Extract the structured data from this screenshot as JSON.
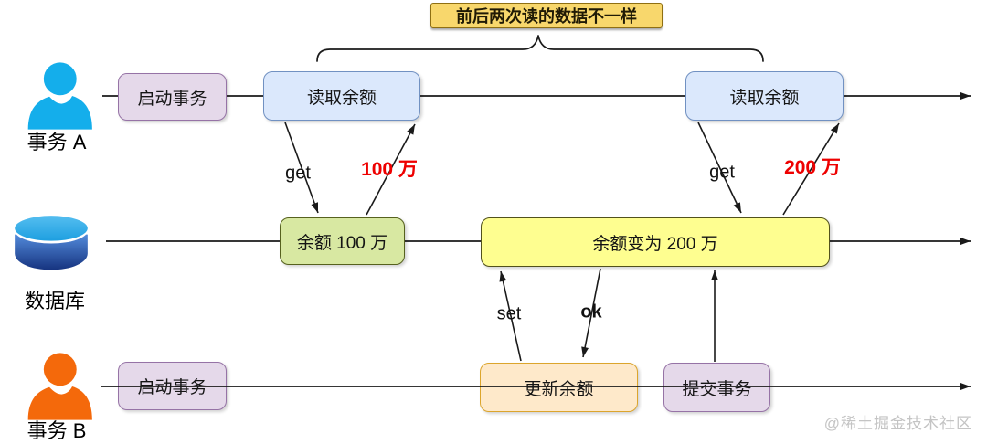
{
  "note": "前后两次读的数据不一样",
  "actors": {
    "a": {
      "name": "事务 A",
      "icon": "person-icon",
      "color": "#14AEEB"
    },
    "db": {
      "name": "数据库",
      "icon": "database-icon",
      "color": "#2EA7E3"
    },
    "b": {
      "name": "事务 B",
      "icon": "person-icon",
      "color": "#F4690B"
    }
  },
  "boxes": {
    "start_a": "启动事务",
    "read_1": "读取余额",
    "read_2": "读取余额",
    "balance_100": "余额 100 万",
    "balance_200": "余额变为 200 万",
    "start_b": "启动事务",
    "update": "更新余额",
    "commit": "提交事务"
  },
  "arrow_labels": {
    "get_1": "get",
    "amount_1": "100 万",
    "get_2": "get",
    "amount_2": "200 万",
    "set": "set",
    "ok": "ok"
  },
  "watermark": "@稀土掘金技术社区",
  "colors": {
    "amount_red": "#EE0000",
    "line": "#1a1a1a",
    "lavender_fill": "#E5D9EA",
    "lavender_border": "#9673A6",
    "blue_fill": "#DBE8FC",
    "blue_border": "#7191C2",
    "green_fill": "#D8E8A2",
    "green_border": "#56611E",
    "yellow_fill": "#FEFE90",
    "yellow_border": "#51511C",
    "orange_fill": "#FEE9CA",
    "orange_border": "#DCA52C",
    "note_fill": "#F8D76C",
    "note_border": "#8F6F12",
    "person_a": "#14AEEB",
    "person_b": "#F4690B"
  }
}
